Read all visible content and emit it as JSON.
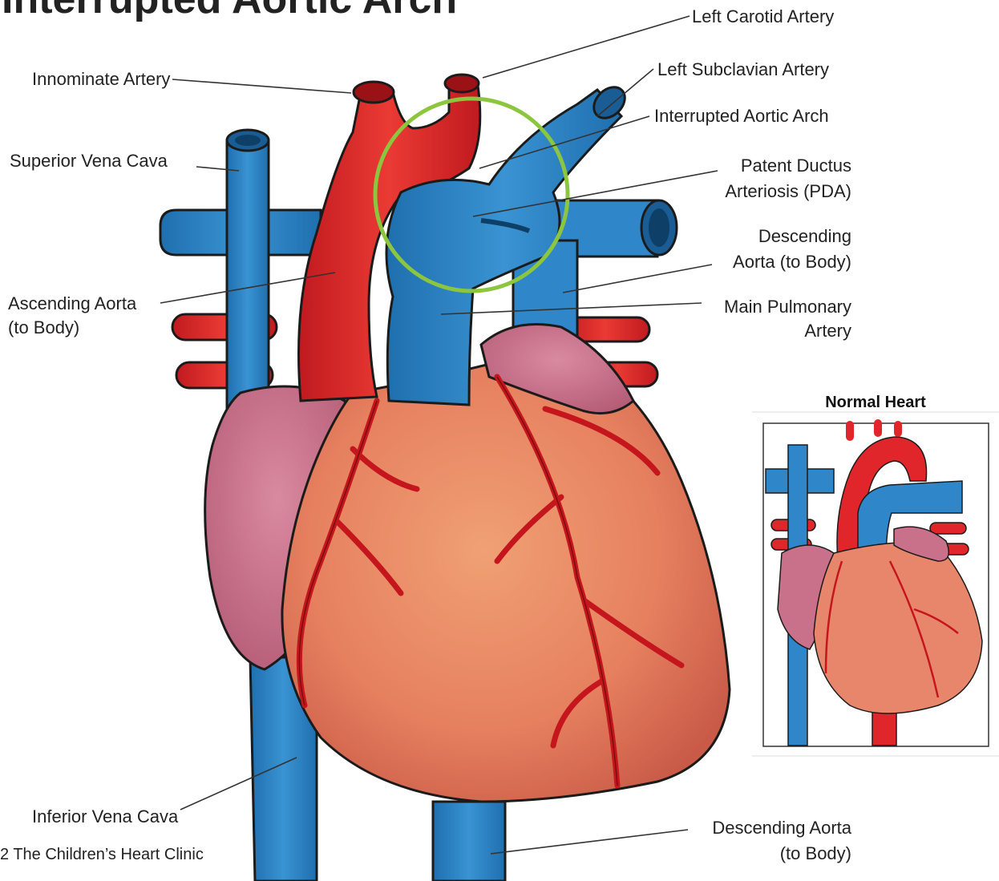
{
  "title": "Interrupted Aortic Arch",
  "labels": {
    "left_carotid_artery": "Left Carotid Artery",
    "left_subclavian_artery": "Left Subclavian Artery",
    "interrupted_aortic_arch": "Interrupted Aortic Arch",
    "patent_ductus_line1": "Patent Ductus",
    "patent_ductus_line2": "Arteriosis (PDA)",
    "descending_aorta_upper_line1": "Descending",
    "descending_aorta_upper_line2": "Aorta (to Body)",
    "main_pulmonary_line1": "Main Pulmonary",
    "main_pulmonary_line2": "Artery",
    "innominate_artery": "Innominate Artery",
    "superior_vena_cava": "Superior Vena Cava",
    "ascending_aorta_line1": "Ascending Aorta",
    "ascending_aorta_line2": "(to Body)",
    "inferior_vena_cava": "Inferior Vena Cava",
    "descending_aorta_lower_line1": "Descending Aorta",
    "descending_aorta_lower_line2": "(to Body)"
  },
  "inset": {
    "title": "Normal Heart"
  },
  "copyright": "2 The Children’s Heart Clinic",
  "colors": {
    "vein_blue": "#2f86c8",
    "artery_red": "#e0262a",
    "heart_muscle": "#e7866a",
    "atrium_pink": "#c9718a",
    "highlight_ring": "#8cc63f"
  }
}
